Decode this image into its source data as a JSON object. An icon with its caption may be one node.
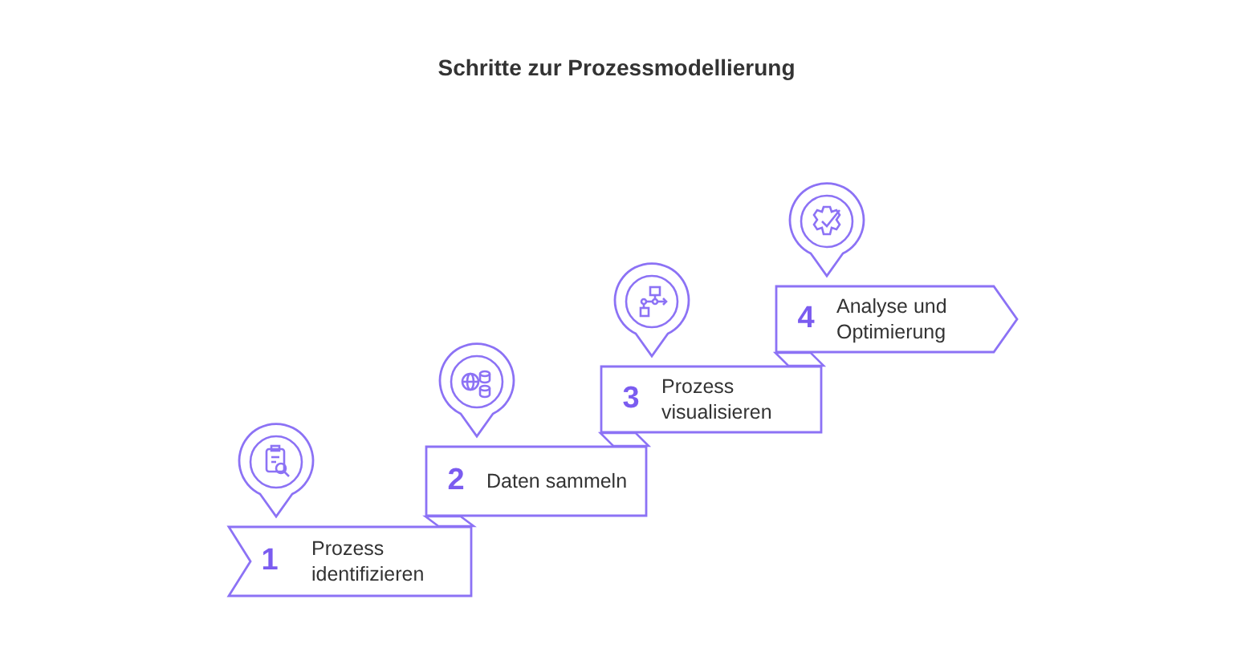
{
  "diagram": {
    "title": "Schritte zur Prozessmodellierung",
    "nodes": [
      {
        "text": [
          "1",
          "Prozess identifizieren"
        ]
      },
      {
        "text": [
          "2",
          "Daten sammeln"
        ]
      },
      {
        "text": [
          "3",
          "Prozess visualisieren"
        ]
      },
      {
        "text": [
          "4",
          "Analyse und Optimierung"
        ]
      }
    ]
  }
}
